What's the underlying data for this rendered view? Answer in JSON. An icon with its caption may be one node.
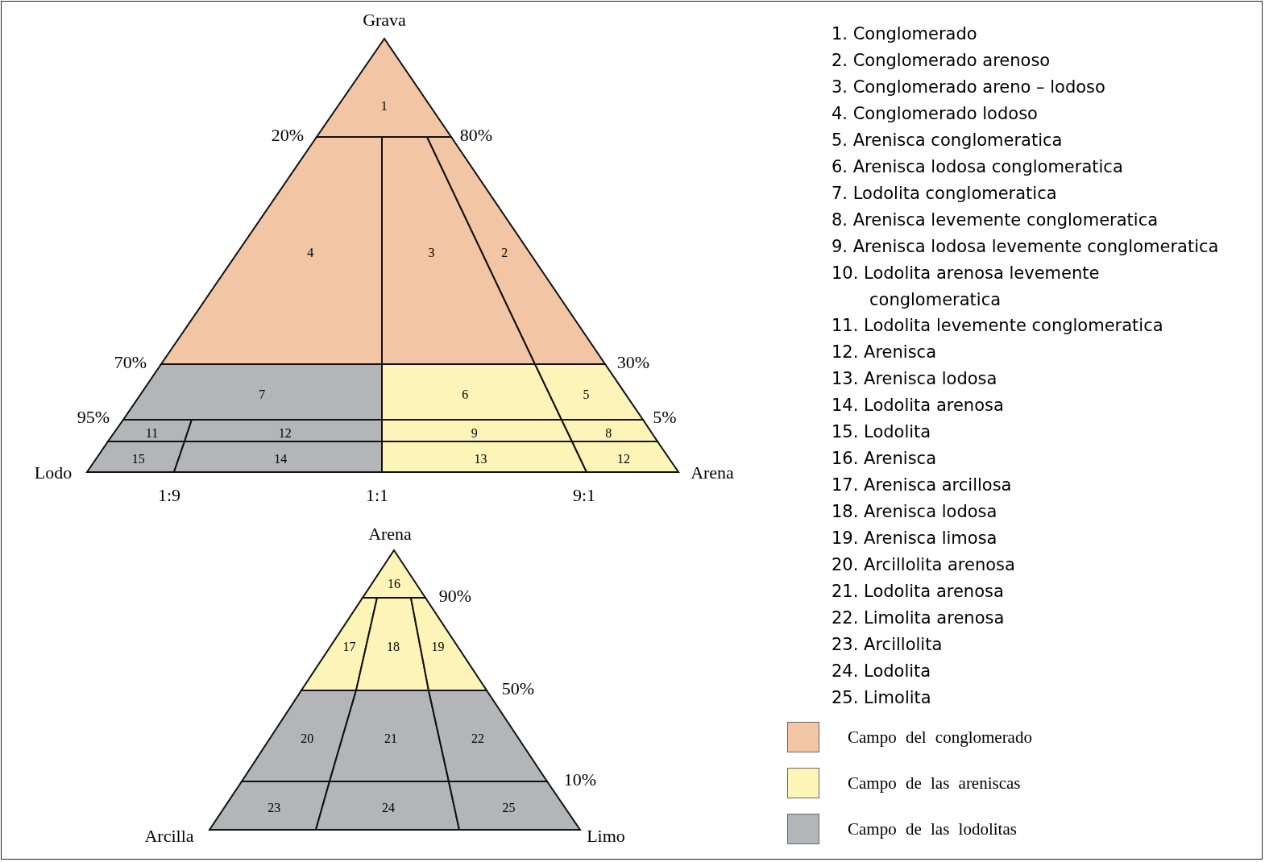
{
  "diagram": {
    "nodes": [
      {
        "text": [
          "1"
        ]
      },
      {
        "text": [
          "4"
        ]
      },
      {
        "text": [
          "3"
        ]
      },
      {
        "text": [
          "2"
        ]
      },
      {
        "text": [
          "7"
        ]
      },
      {
        "text": [
          "6"
        ]
      },
      {
        "text": [
          "5"
        ]
      },
      {
        "text": [
          "11"
        ]
      },
      {
        "text": [
          "12"
        ]
      },
      {
        "text": [
          "9"
        ]
      },
      {
        "text": [
          "8"
        ]
      },
      {
        "text": [
          "15"
        ]
      },
      {
        "text": [
          "14"
        ]
      },
      {
        "text": [
          "13"
        ]
      },
      {
        "text": [
          "12"
        ]
      },
      {
        "text": [
          "16"
        ]
      },
      {
        "text": [
          "17"
        ]
      },
      {
        "text": [
          "18"
        ]
      },
      {
        "text": [
          "19"
        ]
      },
      {
        "text": [
          "20"
        ]
      },
      {
        "text": [
          "21"
        ]
      },
      {
        "text": [
          "22"
        ]
      },
      {
        "text": [
          "23"
        ]
      },
      {
        "text": [
          "24"
        ]
      },
      {
        "text": [
          "25"
        ]
      }
    ],
    "edges": [],
    "labels": [
      "Grava",
      "20%",
      "80%",
      "70%",
      "30%",
      "95%",
      "5%",
      "Lodo",
      "Arena",
      "1:9",
      "1:1",
      "9:1",
      "Arena",
      "90%",
      "50%",
      "10%",
      "Arcilla",
      "Limo",
      "1. Conglomerado",
      "2. Conglomerado arenoso",
      "3. Conglomerado areno – lodoso",
      "4. Conglomerado lodoso",
      "5. Arenisca conglomeratica",
      "6. Arenisca lodosa conglomeratica",
      "7. Lodolita conglomeratica",
      "8. Arenisca levemente conglomeratica",
      "9. Arenisca lodosa levemente conglomeratica",
      "10. Lodolita arenosa levemente conglomeratica",
      "11. Lodolita levemente conglomeratica",
      "12. Arenisca",
      "13. Arenisca lodosa",
      "14. Lodolita arenosa",
      "15. Lodolita",
      "16. Arenisca",
      "17. Arenisca arcillosa",
      "18. Arenisca lodosa",
      "19. Arenisca limosa",
      "20. Arcillolita arenosa",
      "21. Lodolita arenosa",
      "22. Limolita arenosa",
      "23. Arcillolita",
      "24. Lodolita",
      "25. Limolita"
    ],
    "legend": [
      {
        "text": "Campo del conglomerado",
        "color": "#f2c6a4"
      },
      {
        "text": "Campo de las areniscas",
        "color": "#fdf5b8"
      },
      {
        "text": "Campo de las lodolitas",
        "color": "#b4b5b9"
      }
    ]
  }
}
